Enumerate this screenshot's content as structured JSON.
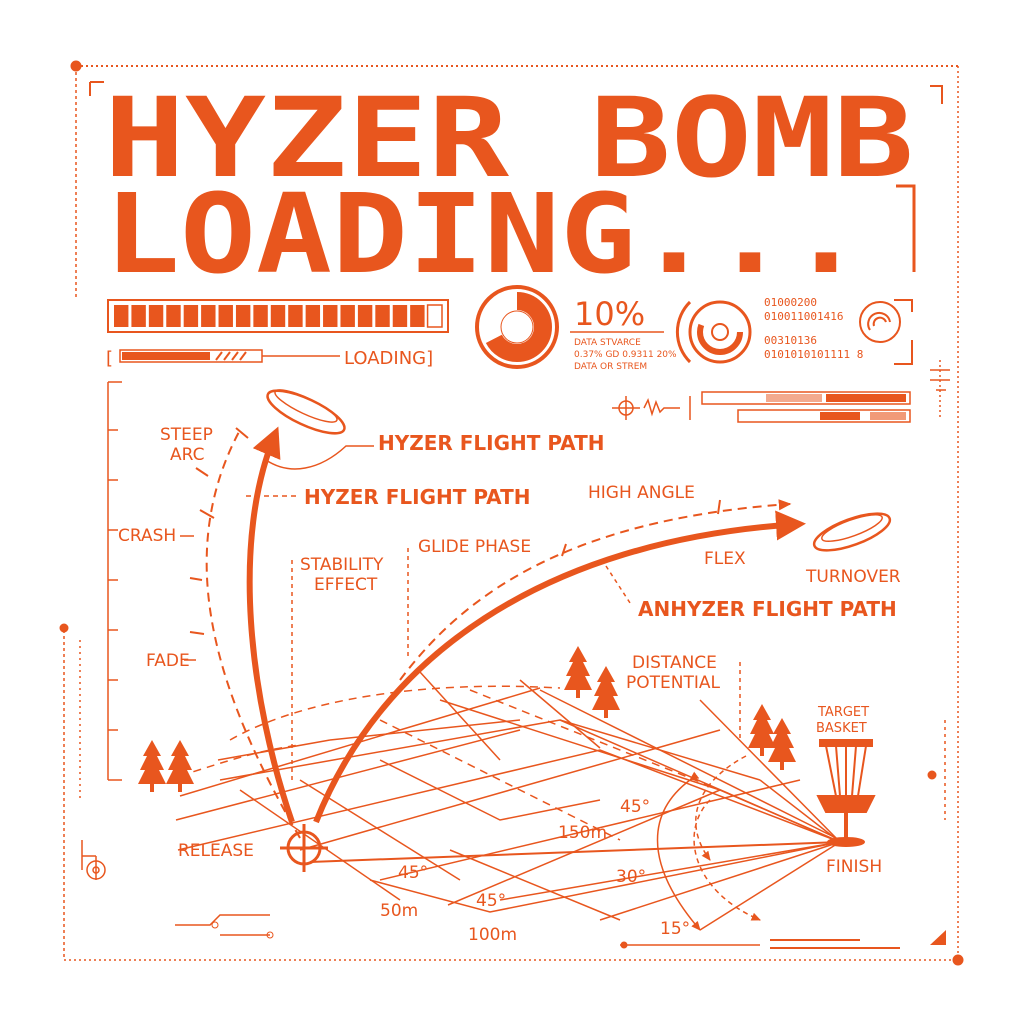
{
  "colors": {
    "accent": "#e8561e",
    "background": "#ffffff"
  },
  "header": {
    "line1": "HYZER BOMB",
    "line2": "LOADING..."
  },
  "progress": {
    "fraction": 0.93,
    "segments_filled": 18,
    "segments_total": 19
  },
  "status": {
    "loading_label": "LOADING]",
    "loading_bracket": "["
  },
  "gauge": {
    "percent_label": "10%",
    "fraction": 0.1,
    "line1": "DATA STVARCE",
    "line2": "0.37% GD 0.9311 20%",
    "line3": "DATA OR STREM"
  },
  "binary": [
    "01000200",
    "010011001416",
    "00310136",
    "0101010101111 8"
  ],
  "labels": {
    "steep_arc_1": "STEEP",
    "steep_arc_2": "ARC",
    "hyzer_path_top": "HYZER FLIGHT PATH",
    "hyzer_path_mid": "HYZER FLIGHT PATH",
    "crash": "CRASH",
    "stability_1": "STABILITY",
    "stability_2": "EFFECT",
    "glide_phase": "GLIDE PHASE",
    "high_angle": "HIGH ANGLE",
    "flex": "FLEX",
    "turnover": "TURNOVER",
    "anhyzer_path": "ANHYZER FLIGHT PATH",
    "fade": "FADE",
    "distance_1": "DISTANCE",
    "distance_2": "POTENTIAL",
    "target_1": "TARGET",
    "target_2": "BASKET",
    "release": "RELEASE",
    "finish": "FINISH",
    "d150": "150m",
    "d50": "50m",
    "d100": "100m",
    "a45_left": "45°",
    "a45_mid": "45°",
    "a45_right": "45°",
    "a30": "30°",
    "a15": "15°"
  },
  "icons": [
    "disc-icon",
    "crosshair-icon",
    "tree-icon",
    "basket-icon",
    "target-reticle-icon"
  ]
}
